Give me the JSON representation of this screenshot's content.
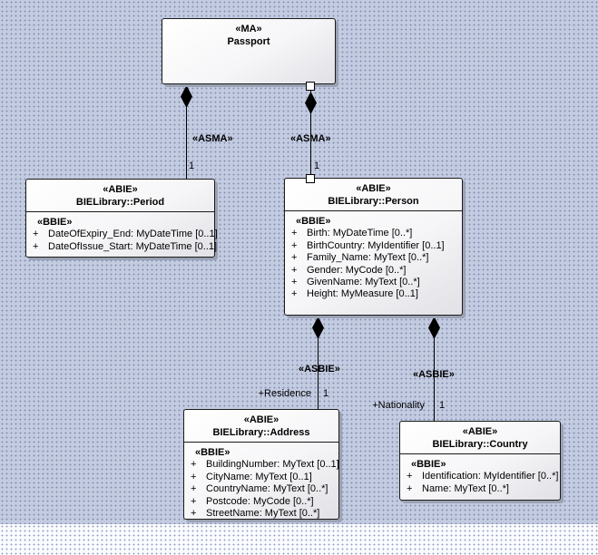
{
  "ui": {
    "plus": "+"
  },
  "diagram": {
    "background_color": "#c3cbe0",
    "dot_color": "#8690b4",
    "page_strip_color": "#fafbfe",
    "element_border_color": "#1a1a1a",
    "shadow_color": "#9aa2b3"
  },
  "classes": {
    "passport": {
      "stereotype": "«MA»",
      "name": "Passport"
    },
    "period": {
      "stereotype": "«ABIE»",
      "name": "BIELibrary::Period",
      "section_label": "«BBIE»",
      "attributes": [
        "DateOfExpiry_End: MyDateTime [0..1]",
        "DateOfIssue_Start: MyDateTime [0..1]"
      ]
    },
    "person": {
      "stereotype": "«ABIE»",
      "name": "BIELibrary::Person",
      "section_label": "«BBIE»",
      "attributes": [
        "Birth: MyDateTime [0..*]",
        "BirthCountry: MyIdentifier [0..1]",
        "Family_Name: MyText [0..*]",
        "Gender: MyCode [0..*]",
        "GivenName: MyText [0..*]",
        "Height: MyMeasure [0..1]"
      ]
    },
    "address": {
      "stereotype": "«ABIE»",
      "name": "BIELibrary::Address",
      "section_label": "«BBIE»",
      "attributes": [
        "BuildingNumber: MyText [0..1]",
        "CityName: MyText [0..1]",
        "CountryName: MyText [0..*]",
        "Postcode: MyCode [0..*]",
        "StreetName: MyText [0..*]"
      ]
    },
    "country": {
      "stereotype": "«ABIE»",
      "name": "BIELibrary::Country",
      "section_label": "«BBIE»",
      "attributes": [
        "Identification: MyIdentifier [0..*]",
        "Name: MyText [0..*]"
      ]
    }
  },
  "connectors": {
    "passport_period": {
      "stereotype": "«ASMA»",
      "target_multiplicity": "1"
    },
    "passport_person": {
      "stereotype": "«ASMA»",
      "target_multiplicity": "1"
    },
    "person_address": {
      "stereotype": "«ASBIE»",
      "target_role": "+Residence",
      "target_multiplicity": "1"
    },
    "person_country": {
      "stereotype": "«ASBIE»",
      "target_role": "+Nationality",
      "target_multiplicity": "1"
    }
  }
}
